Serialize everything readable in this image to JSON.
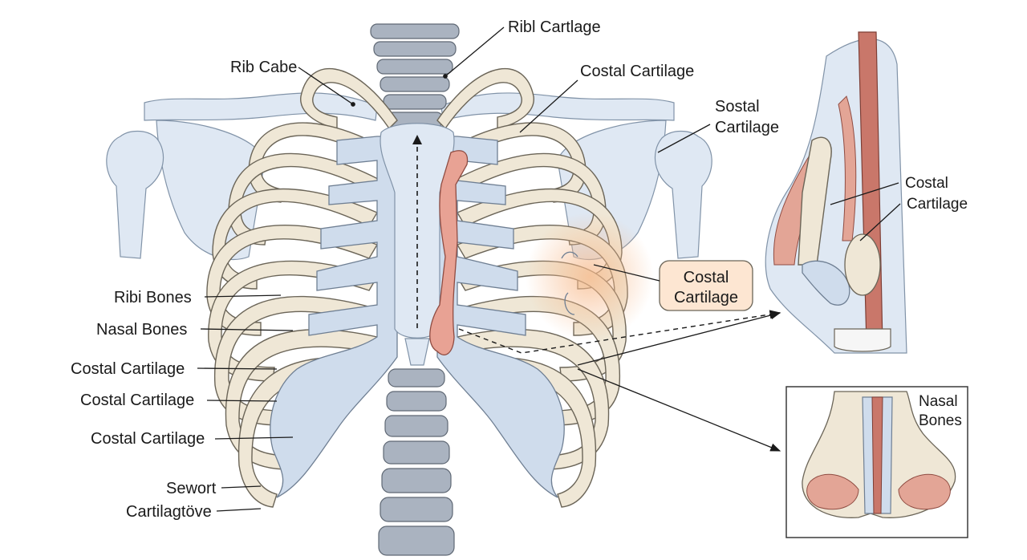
{
  "labels": {
    "rib_cabe": "Rib Cabe",
    "ribl_cartlage": "Ribl Cartlage",
    "costal_cartilage_top": "Costal Cartilage",
    "sostal_line1": "Sostal",
    "sostal_line2": "Cartilage",
    "costal_right_line1": "Costal",
    "costal_right_line2": "Cartilage",
    "callout_line1": "Costal",
    "callout_line2": "Cartilage",
    "ribi_bones": "Ribi Bones",
    "nasal_bones_left": "Nasal Bones",
    "costal_left_1": "Costal Cartilage",
    "costal_left_2": "Costal Cartilage",
    "costal_left_3": "Costal Cartilage",
    "sewort": "Sewort",
    "cartilagtove": "Cartilagtöve",
    "nasal_inset_line1": "Nasal",
    "nasal_inset_line2": "Bones"
  },
  "colors": {
    "bone": "#efe7d6",
    "cartilage": "#cfdcec",
    "highlight_cartilage": "#e8a294",
    "callout_fill": "#fde6d2",
    "callout_glow": "#f7b98a"
  }
}
